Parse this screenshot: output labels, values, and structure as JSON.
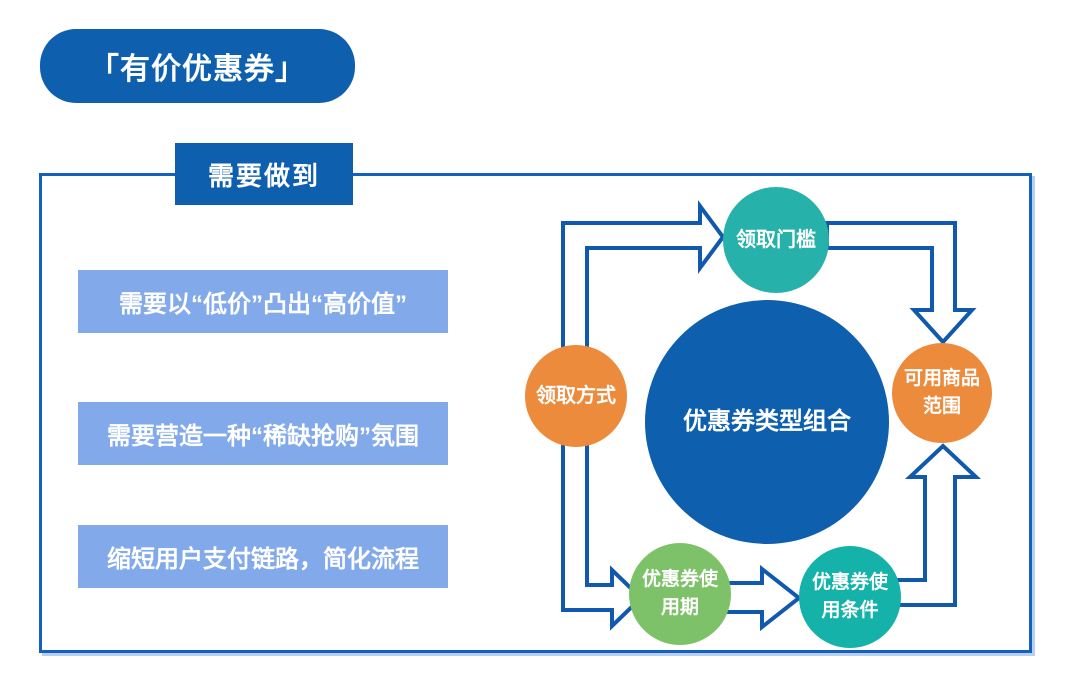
{
  "badge": {
    "label": "「有价优惠券」"
  },
  "panel": {
    "label": "需要做到",
    "points": [
      "需要以“低价”凸出“高价值”",
      "需要营造一种“稀缺抢购”氛围",
      "缩短用户支付链路，简化流程"
    ]
  },
  "diagram": {
    "center": {
      "label": "优惠券类型组合",
      "color": "#0E5FAE"
    },
    "nodes": [
      {
        "id": "claim-threshold",
        "label": "领取门槛",
        "color": "#26B2AA",
        "position": "top"
      },
      {
        "id": "claim-method",
        "label": "领取方式",
        "color": "#ED8B3D",
        "position": "left"
      },
      {
        "id": "usable-goods-range",
        "label": "可用商品范围",
        "color": "#ED8B3D",
        "position": "right"
      },
      {
        "id": "coupon-usage-period",
        "label": "优惠券使用期",
        "color": "#7DC269",
        "position": "bottom-left"
      },
      {
        "id": "coupon-usage-condition",
        "label": "优惠券使用条件",
        "color": "#14B2A9",
        "position": "bottom-right"
      }
    ],
    "flow": [
      "领取方式 → 领取门槛",
      "领取门槛 → 可用商品范围",
      "领取方式 → 优惠券使用期",
      "优惠券使用期 → 优惠券使用条件",
      "优惠券使用条件 → 可用商品范围"
    ]
  },
  "colors": {
    "primary_blue": "#0E5FAE",
    "border_blue": "#1460BE",
    "arrow_blue": "#1159AE",
    "light_blue": "#82A9EA",
    "teal": "#26B2AA",
    "teal_dark": "#14B2A9",
    "orange": "#ED8B3D",
    "green": "#7DC269",
    "text": "#FFFFFF",
    "background": "#FFFFFF"
  }
}
